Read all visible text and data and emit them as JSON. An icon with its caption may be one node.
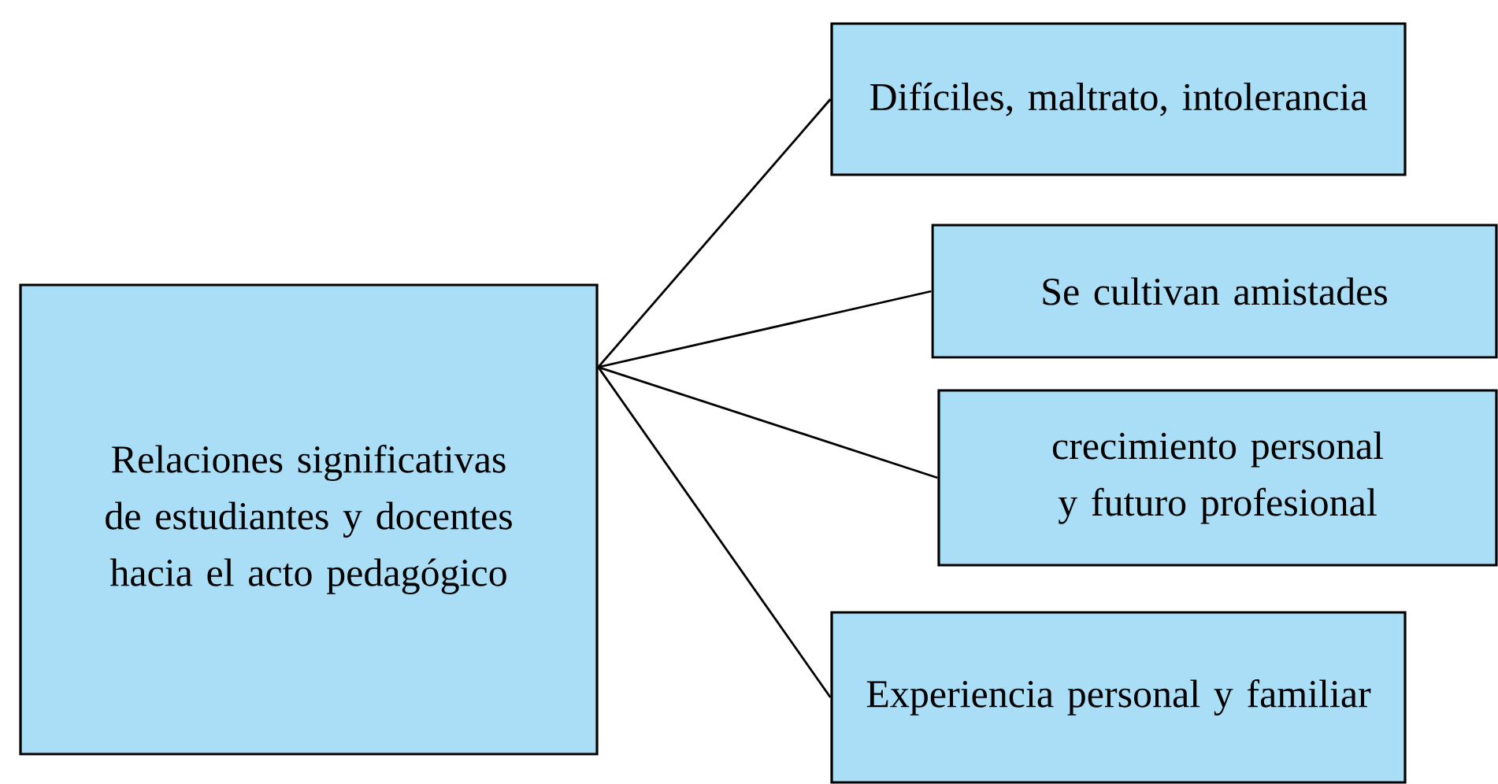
{
  "diagram": {
    "nodes": [
      {
        "text": [
          "Relaciones significativas de estudiantes y docentes hacia el acto pedagógico"
        ]
      },
      {
        "text": [
          "Difíciles, maltrato, intolerancia"
        ]
      },
      {
        "text": [
          "Se cultivan amistades"
        ]
      },
      {
        "text": [
          "crecimiento personal y futuro profesional"
        ]
      },
      {
        "text": [
          "Experiencia personal y familiar"
        ]
      }
    ],
    "edges": [
      {
        "from": 0,
        "to": 1,
        "arrow": "none"
      },
      {
        "from": 0,
        "to": 2,
        "arrow": "none"
      },
      {
        "from": 0,
        "to": 3,
        "arrow": "none"
      },
      {
        "from": 0,
        "to": 4,
        "arrow": "none"
      }
    ]
  }
}
